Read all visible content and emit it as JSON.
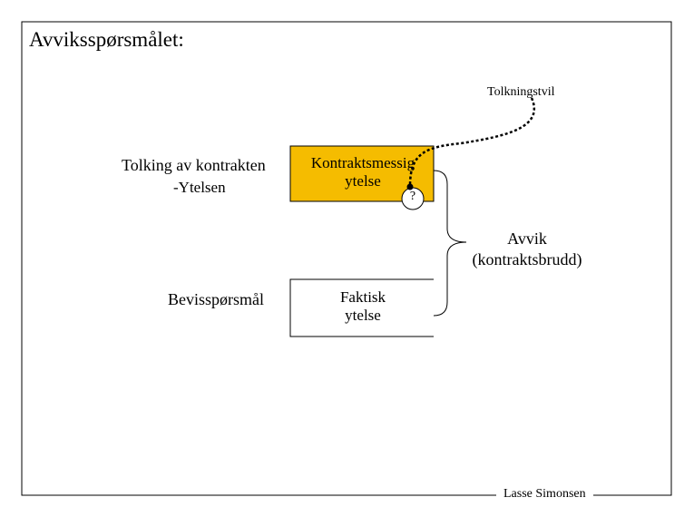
{
  "title": "Avviksspørsmålet:",
  "interpretation": {
    "label": "Tolking av kontrakten",
    "sub": "-Ytelsen"
  },
  "contract_box": {
    "lines": [
      "Kontraktsmessig",
      "ytelse"
    ],
    "fill": "#f5bc00"
  },
  "question_mark": "?",
  "dispute_label": "Tolkningstvil",
  "deviation": {
    "label": "Avvik",
    "sub": "(kontraktsbrudd)"
  },
  "evidence_label": "Bevisspørsmål",
  "actual_box": {
    "lines": [
      "Faktisk",
      "ytelse"
    ]
  },
  "author": "Lasse Simonsen"
}
